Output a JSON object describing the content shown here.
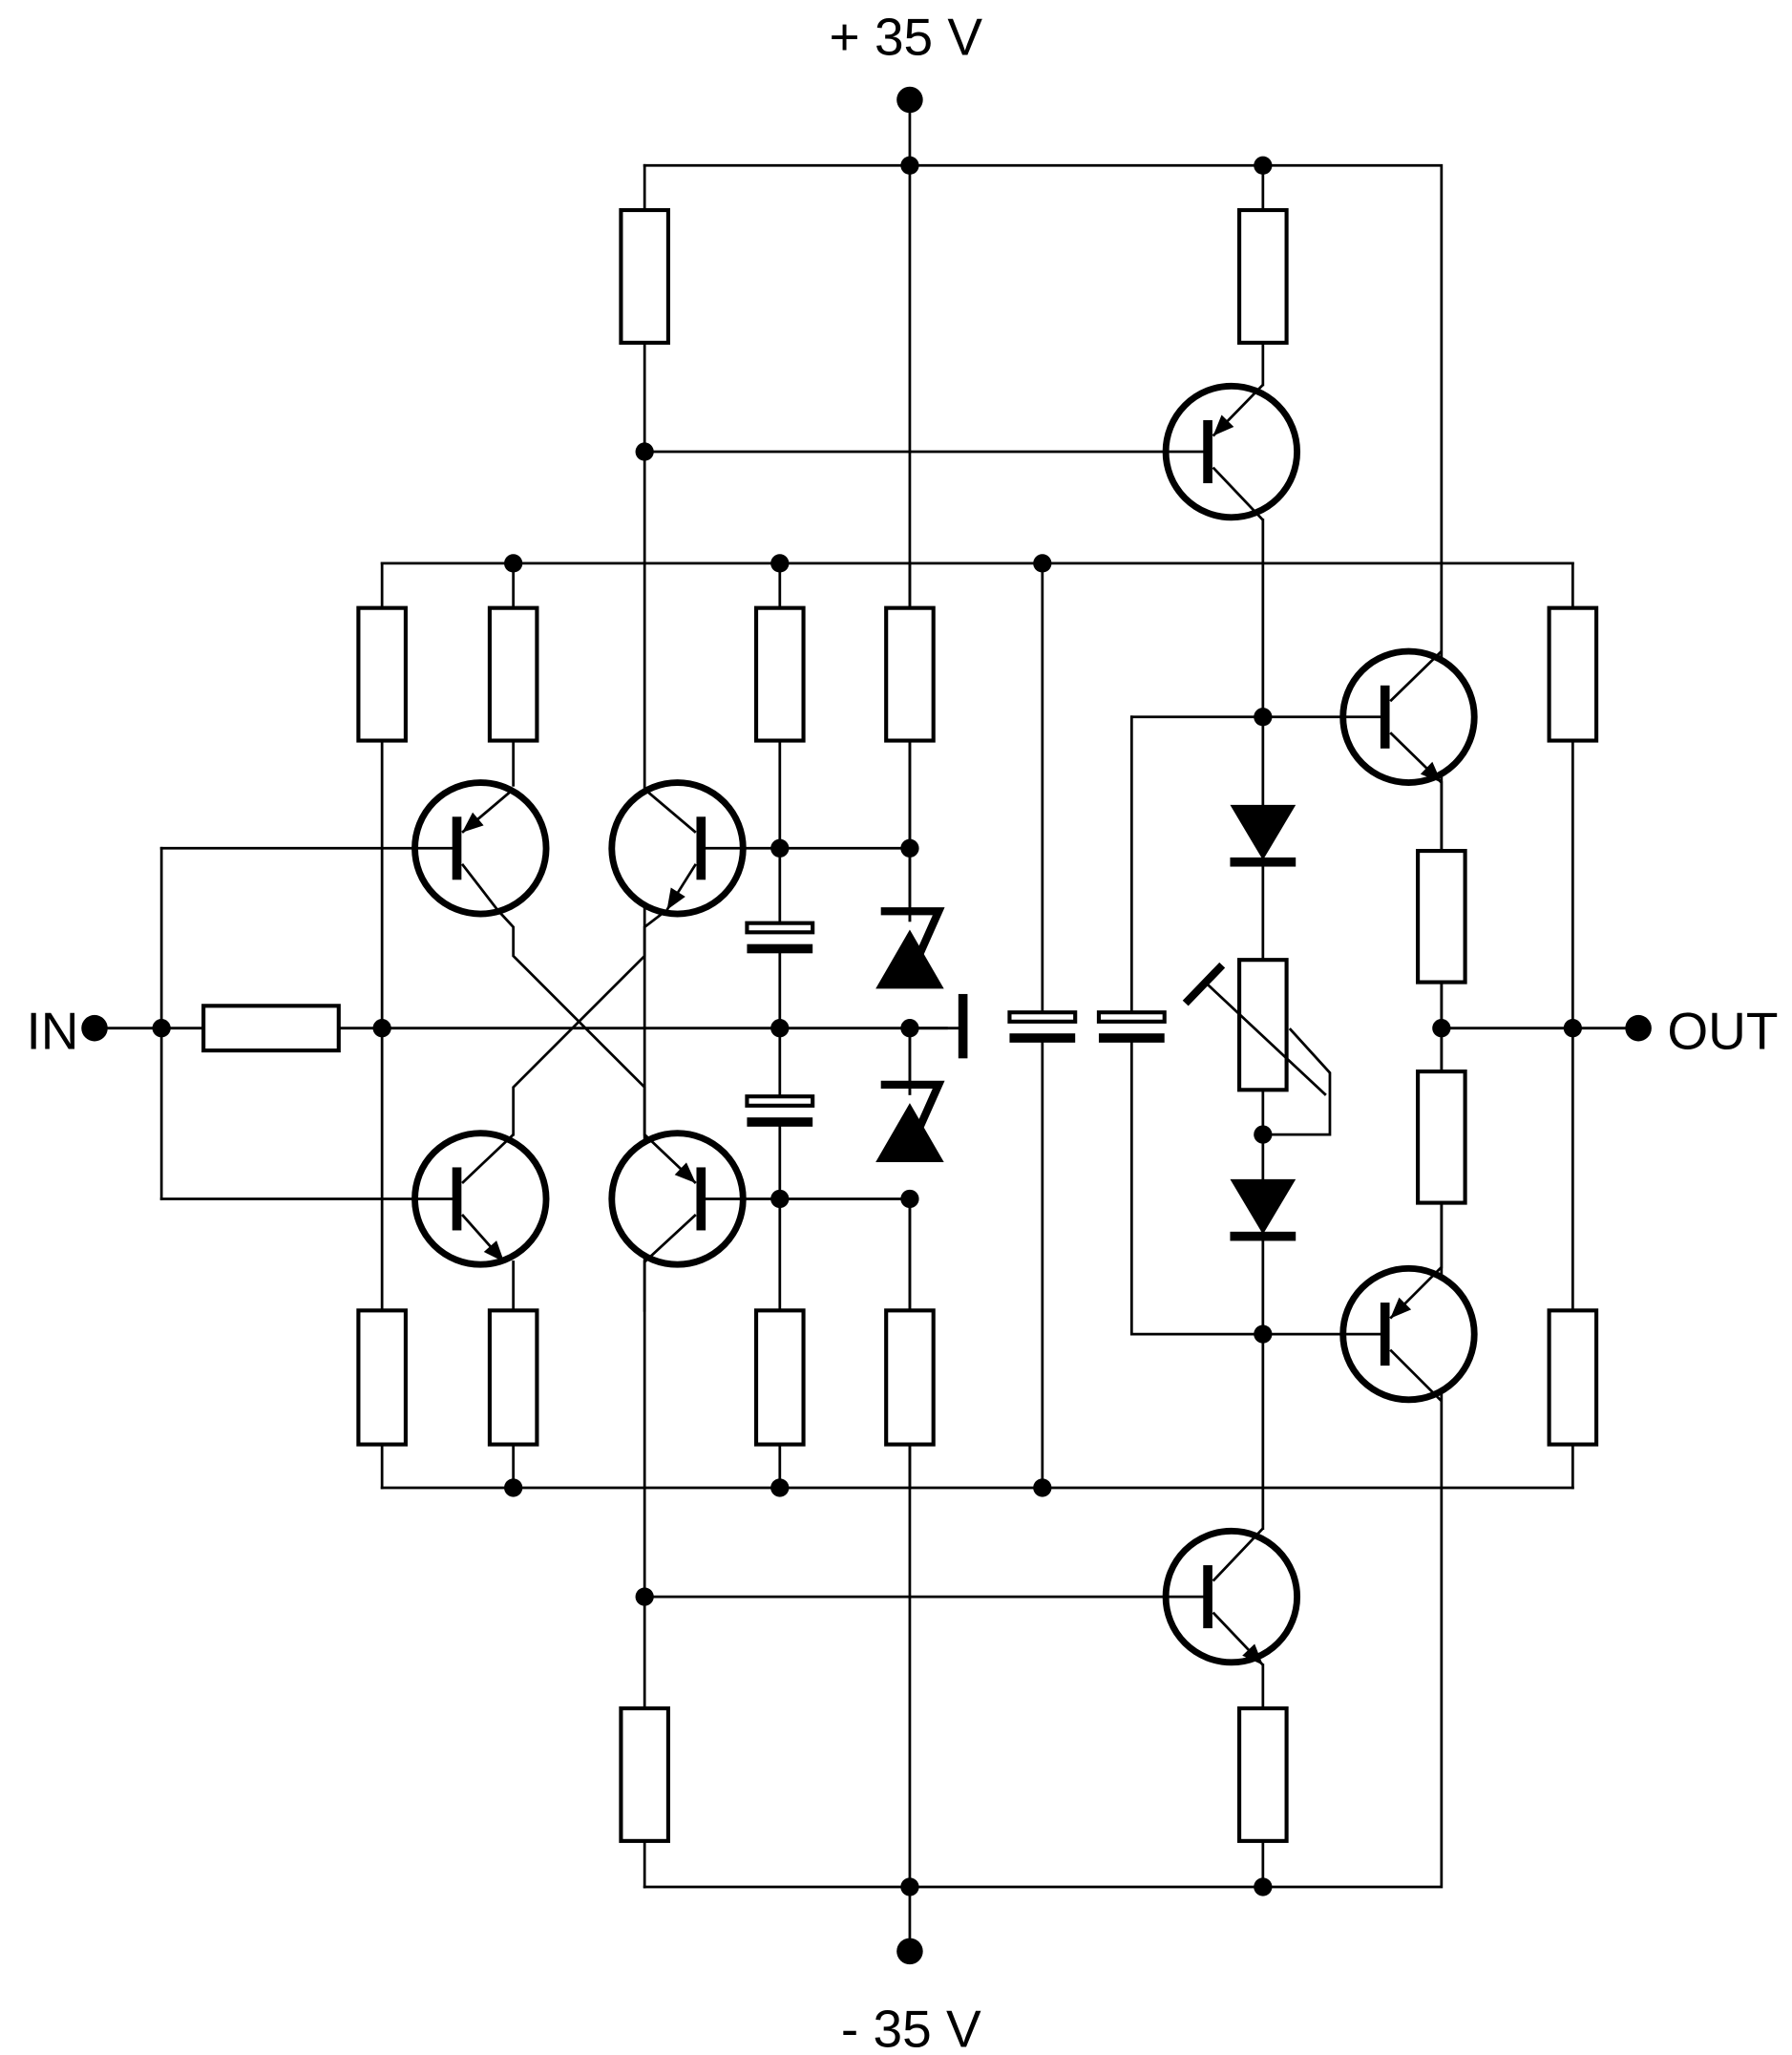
{
  "labels": {
    "vplus": "+ 35 V",
    "vminus": "- 35 V",
    "input": "IN",
    "output": "OUT"
  },
  "colors": {
    "ink": "#000000",
    "background": "#ffffff"
  }
}
